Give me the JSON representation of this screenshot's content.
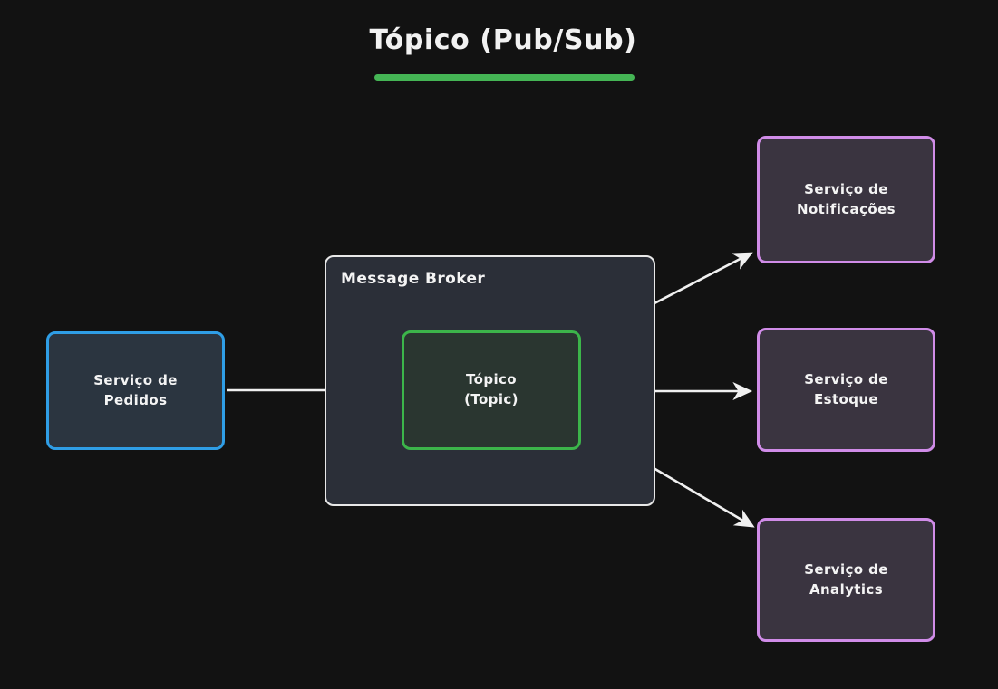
{
  "page": {
    "background_color": "#121212",
    "title": "Tópico (Pub/Sub)",
    "underline_color": "#45b555"
  },
  "diagram": {
    "type": "pub-sub-messaging-architecture",
    "producer": {
      "id": "servico-pedidos",
      "label": "Serviço de\nPedidos",
      "border_color": "#2f9ee6",
      "fill_color": "#2b3540"
    },
    "broker": {
      "id": "message-broker",
      "label": "Message Broker",
      "border_color": "#e8e8e8",
      "fill_color": "#2b2f38",
      "topic": {
        "id": "topico",
        "label": "Tópico\n(Topic)",
        "border_color": "#3cb54a",
        "fill_color": "#2a3630"
      }
    },
    "consumers": [
      {
        "id": "servico-notificacoes",
        "label": "Serviço de\nNotificações",
        "border_color": "#d08ce8",
        "fill_color": "#3a3440"
      },
      {
        "id": "servico-estoque",
        "label": "Serviço de\nEstoque",
        "border_color": "#d08ce8",
        "fill_color": "#3a3440"
      },
      {
        "id": "servico-analytics",
        "label": "Serviço de\nAnalytics",
        "border_color": "#d08ce8",
        "fill_color": "#3a3440"
      }
    ],
    "connections": [
      {
        "id": "publish-arrow",
        "from": "servico-pedidos",
        "to": "topico",
        "label": ""
      },
      {
        "id": "subscribe-arrow-notificacoes",
        "from": "topico",
        "to": "servico-notificacoes",
        "label": ""
      },
      {
        "id": "subscribe-arrow-estoque",
        "from": "topico",
        "to": "servico-estoque",
        "label": ""
      },
      {
        "id": "subscribe-arrow-analytics",
        "from": "topico",
        "to": "servico-analytics",
        "label": ""
      }
    ],
    "arrow_color": "#f0f0f0"
  }
}
